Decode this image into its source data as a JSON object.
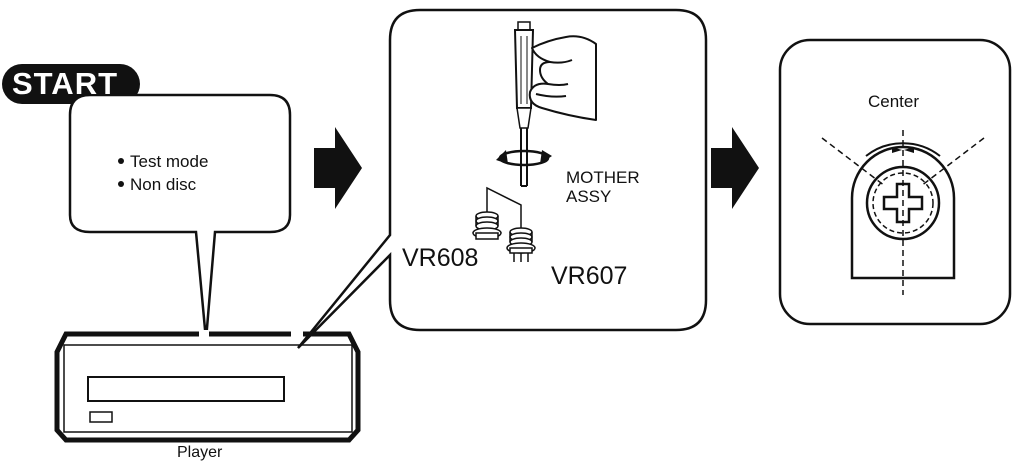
{
  "start_badge": "START",
  "instructions": [
    "Test mode",
    "Non disc"
  ],
  "device_label": "Player",
  "board_label_line1": "MOTHER",
  "board_label_line2": "ASSY",
  "vr_left": "VR608",
  "vr_right": "VR607",
  "target_label": "Center",
  "colors": {
    "ink": "#111111",
    "background": "#ffffff"
  }
}
